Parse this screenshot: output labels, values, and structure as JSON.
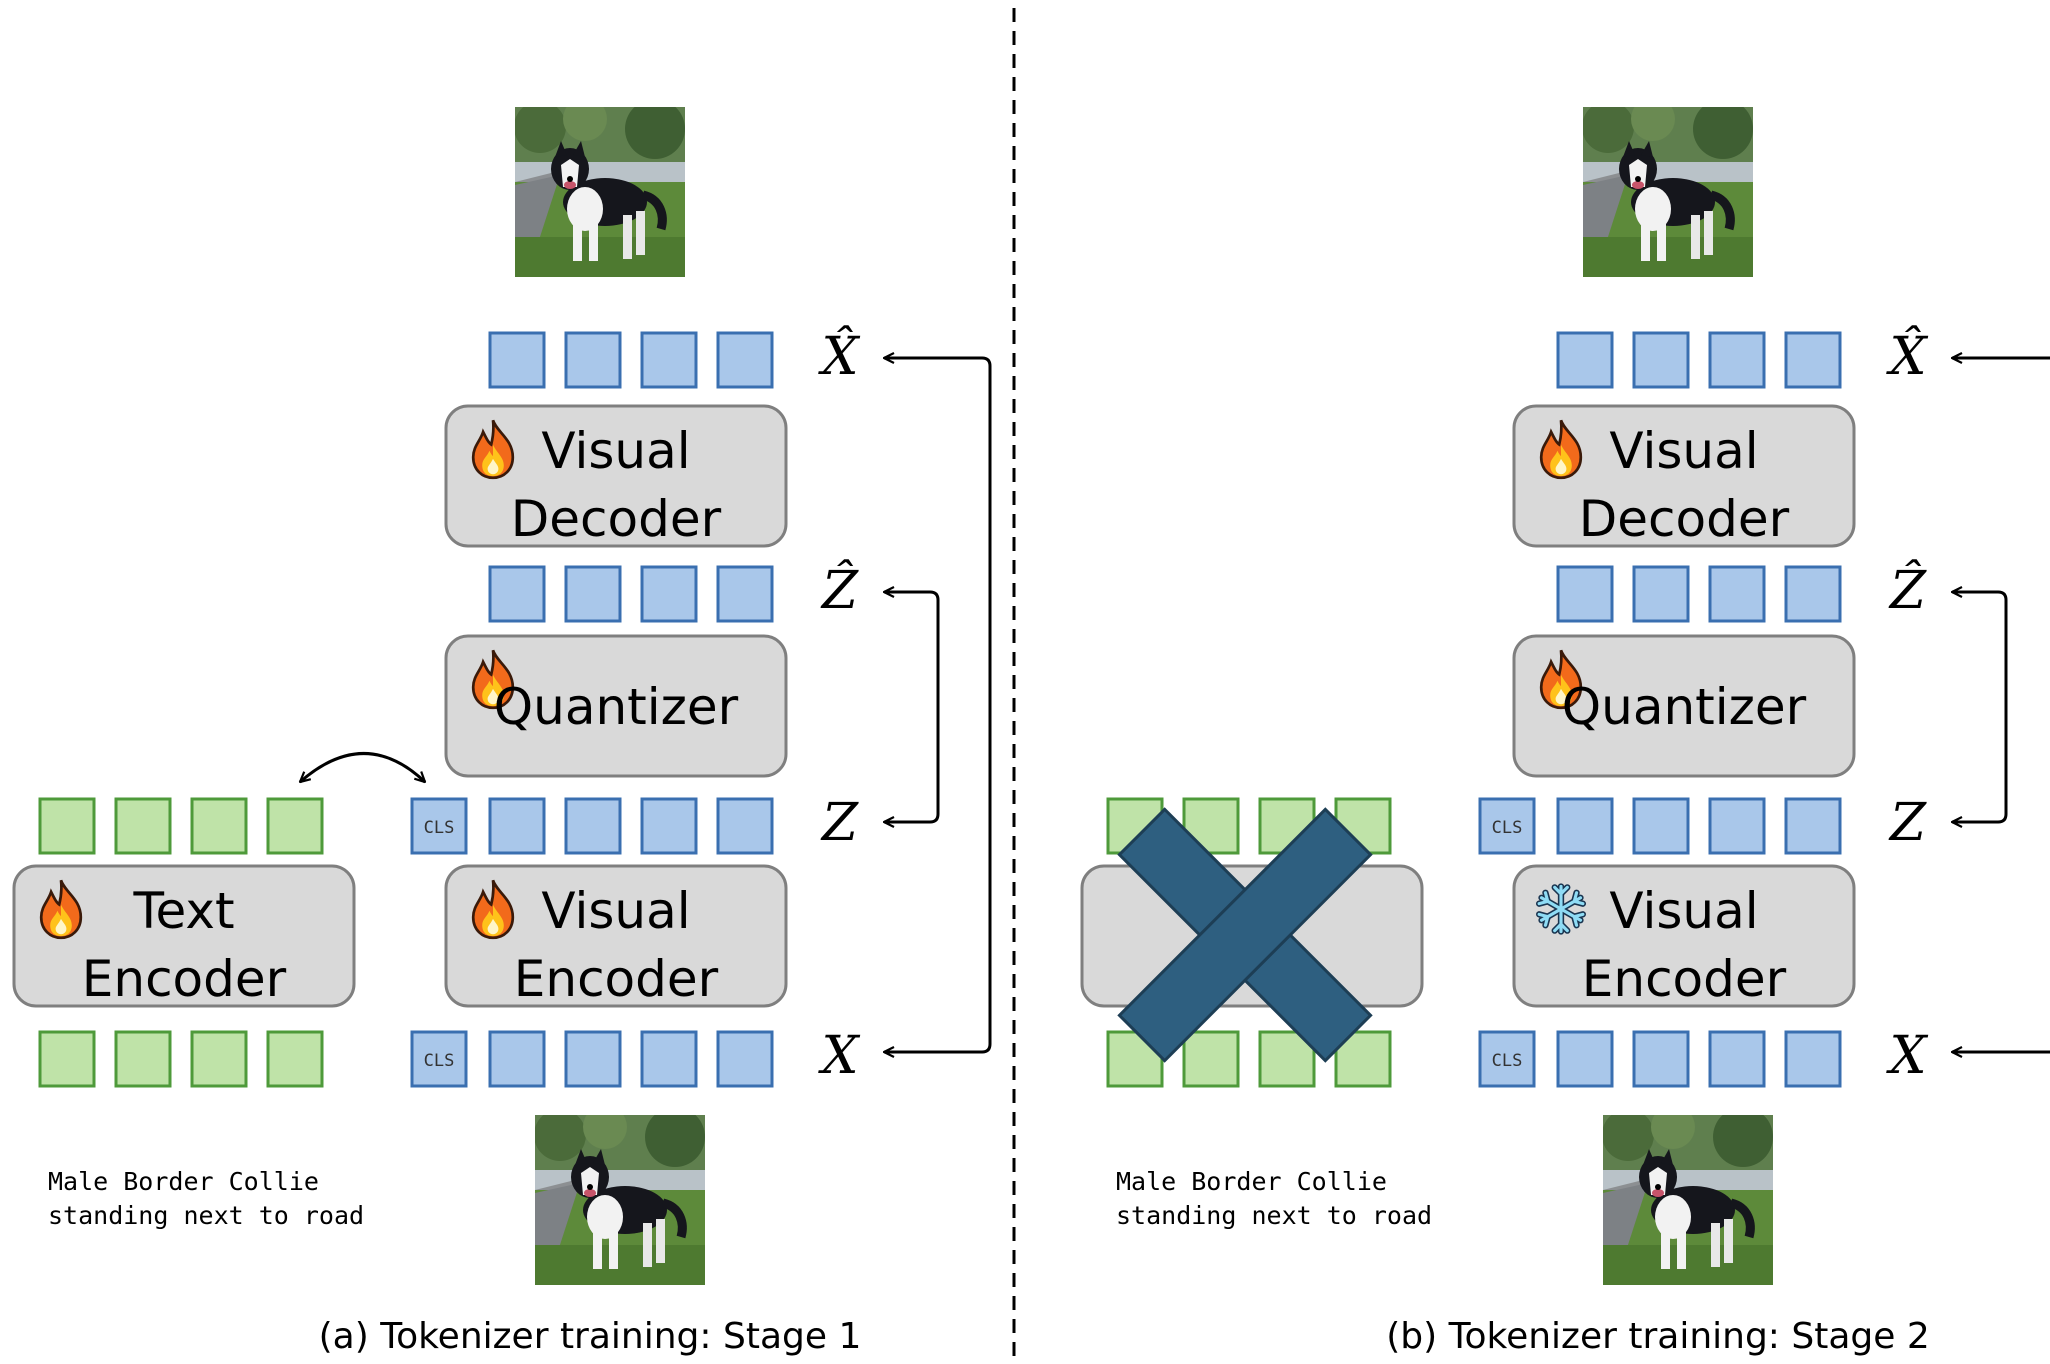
{
  "stage1": {
    "caption": "(a) Tokenizer training: Stage 1",
    "visual_decoder": [
      "Visual",
      "Decoder"
    ],
    "quantizer": "Quantizer",
    "visual_encoder": [
      "Visual",
      "Encoder"
    ],
    "text_encoder": [
      "Text",
      "Encoder"
    ],
    "cls": "CLS",
    "text_input": [
      "Male Border Collie",
      "standing next to road"
    ],
    "labels": {
      "x_hat": "X̂",
      "z_hat": "Ẑ",
      "z": "Z",
      "x": "X"
    },
    "block_state": {
      "visual_decoder": "trainable",
      "quantizer": "trainable",
      "visual_encoder": "trainable",
      "text_encoder": "trainable"
    }
  },
  "stage2": {
    "caption": "(b) Tokenizer training: Stage 2",
    "visual_decoder": [
      "Visual",
      "Decoder"
    ],
    "quantizer": "Quantizer",
    "visual_encoder": [
      "Visual",
      "Encoder"
    ],
    "cls": "CLS",
    "text_input": [
      "Male Border Collie",
      "standing next to road"
    ],
    "labels": {
      "x_hat": "X̂",
      "z_hat": "Ẑ",
      "z": "Z",
      "x": "X"
    },
    "block_state": {
      "visual_decoder": "trainable",
      "quantizer": "trainable",
      "visual_encoder": "frozen",
      "text_encoder": "removed"
    }
  },
  "icons": {
    "trainable": "fire-icon",
    "frozen": "snowflake-icon",
    "removed": "cross-mark-icon"
  },
  "colors": {
    "visual_token_fill": "#a9c7ea",
    "visual_token_stroke": "#3a6fb0",
    "text_token_fill": "#bfe3a8",
    "text_token_stroke": "#4e9a3a",
    "block_fill": "#d9d9d9",
    "block_stroke": "#7f7f7f",
    "cross": "#2e5f80"
  }
}
